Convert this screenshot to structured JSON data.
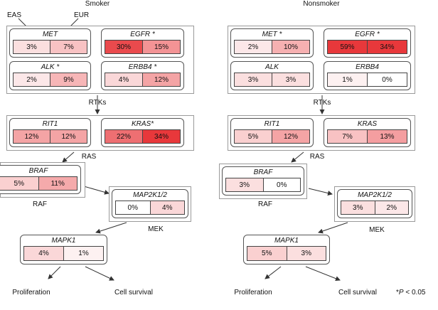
{
  "panels": {
    "smoker": {
      "title": "Smoker",
      "legend": {
        "left": "EAS",
        "right": "EUR"
      },
      "genes": {
        "met": {
          "name": "MET",
          "eas": "3%",
          "eur": "7%"
        },
        "egfr": {
          "name": "EGFR *",
          "eas": "30%",
          "eur": "15%"
        },
        "alk": {
          "name": "ALK *",
          "eas": "2%",
          "eur": "9%"
        },
        "erbb4": {
          "name": "ERBB4 *",
          "eas": "4%",
          "eur": "12%"
        },
        "rit1": {
          "name": "RIT1",
          "eas": "12%",
          "eur": "12%"
        },
        "kras": {
          "name": "KRAS*",
          "eas": "22%",
          "eur": "34%"
        },
        "braf": {
          "name": "BRAF",
          "eas": "5%",
          "eur": "11%"
        },
        "map2k": {
          "name": "MAP2K1/2",
          "eas": "0%",
          "eur": "4%"
        },
        "mapk1": {
          "name": "MAPK1",
          "eas": "4%",
          "eur": "1%"
        }
      },
      "labels": {
        "rtks": "RTKs",
        "ras": "RAS",
        "raf": "RAF",
        "mek": "MEK"
      },
      "outputs": {
        "proliferation": "Proliferation",
        "survival": "Cell survival"
      }
    },
    "nonsmoker": {
      "title": "Nonsmoker",
      "genes": {
        "met": {
          "name": "MET *",
          "eas": "2%",
          "eur": "10%"
        },
        "egfr": {
          "name": "EGFR *",
          "eas": "59%",
          "eur": "34%"
        },
        "alk": {
          "name": "ALK",
          "eas": "3%",
          "eur": "3%"
        },
        "erbb4": {
          "name": "ERBB4",
          "eas": "1%",
          "eur": "0%"
        },
        "rit1": {
          "name": "RIT1",
          "eas": "5%",
          "eur": "12%"
        },
        "kras": {
          "name": "KRAS",
          "eas": "7%",
          "eur": "13%"
        },
        "braf": {
          "name": "BRAF",
          "eas": "3%",
          "eur": "0%"
        },
        "map2k": {
          "name": "MAP2K1/2",
          "eas": "3%",
          "eur": "2%"
        },
        "mapk1": {
          "name": "MAPK1",
          "eas": "5%",
          "eur": "3%"
        }
      },
      "labels": {
        "rtks": "RTKs",
        "ras": "RAS",
        "raf": "RAF",
        "mek": "MEK"
      },
      "outputs": {
        "proliferation": "Proliferation",
        "survival": "Cell survival"
      }
    }
  },
  "footnote": {
    "star": "*",
    "p": "P",
    "rest": " < 0.05"
  },
  "colors": {
    "scale_low": "#ffffff",
    "scale_high": "#e8383b",
    "line": "#333333"
  }
}
